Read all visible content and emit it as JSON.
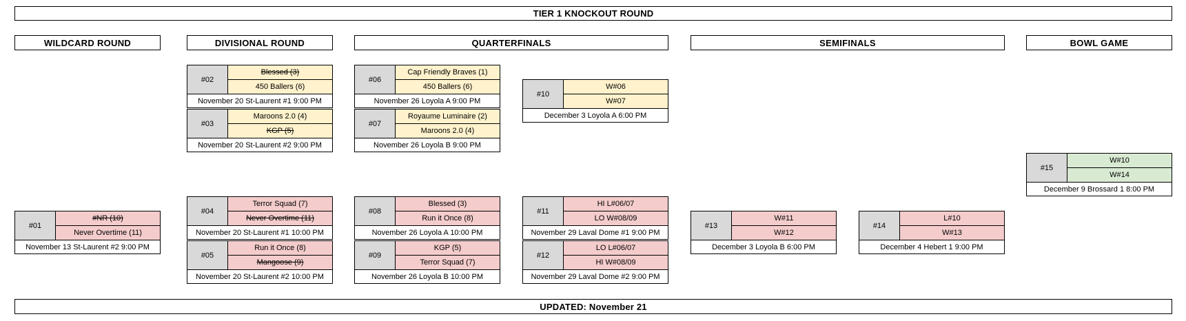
{
  "colors": {
    "upper": "#fff2cc",
    "lower": "#f4cccc",
    "final": "#d9ead3",
    "num_bg": "#d9d9d9"
  },
  "title": "TIER 1 KNOCKOUT ROUND",
  "footer": "UPDATED: November 21",
  "rounds": {
    "wildcard": "WILDCARD ROUND",
    "divisional": "DIVISIONAL ROUND",
    "quarterfinals": "QUARTERFINALS",
    "semifinals": "SEMIFINALS",
    "bowl": "BOWL GAME"
  },
  "matches": {
    "m01": {
      "num": "#01",
      "team1": "#NR (10)",
      "team2": "Never Overtime (11)",
      "date": "November 13 St-Laurent #2 9:00 PM"
    },
    "m02": {
      "num": "#02",
      "team1": "Blessed (3)",
      "team2": "450 Ballers (6)",
      "date": "November 20 St-Laurent #1 9:00 PM"
    },
    "m03": {
      "num": "#03",
      "team1": "Maroons 2.0 (4)",
      "team2": "KGP (5)",
      "date": "November 20 St-Laurent #2 9:00 PM"
    },
    "m04": {
      "num": "#04",
      "team1": "Terror Squad (7)",
      "team2": "Never Overtime (11)",
      "date": "November 20 St-Laurent #1 10:00 PM"
    },
    "m05": {
      "num": "#05",
      "team1": "Run it Once (8)",
      "team2": "Mangoose (9)",
      "date": "November 20 St-Laurent #2 10:00 PM"
    },
    "m06": {
      "num": "#06",
      "team1": "Cap Friendly Braves (1)",
      "team2": "450 Ballers (6)",
      "date": "November 26 Loyola A 9:00 PM"
    },
    "m07": {
      "num": "#07",
      "team1": "Royaume Luminaire (2)",
      "team2": "Maroons 2.0 (4)",
      "date": "November 26 Loyola B 9:00 PM"
    },
    "m08": {
      "num": "#08",
      "team1": "Blessed (3)",
      "team2": "Run it Once (8)",
      "date": "November 26 Loyola A 10:00 PM"
    },
    "m09": {
      "num": "#09",
      "team1": "KGP (5)",
      "team2": "Terror Squad (7)",
      "date": "November 26 Loyola B 10:00 PM"
    },
    "m10": {
      "num": "#10",
      "team1": "W#06",
      "team2": "W#07",
      "date": "December 3 Loyola A 6:00 PM"
    },
    "m11": {
      "num": "#11",
      "team1": "HI L#06/07",
      "team2": "LO W#08/09",
      "date": "November 29 Laval Dome #1 9:00 PM"
    },
    "m12": {
      "num": "#12",
      "team1": "LO L#06/07",
      "team2": "HI W#08/09",
      "date": "November 29 Laval Dome #2 9:00 PM"
    },
    "m13": {
      "num": "#13",
      "team1": "W#11",
      "team2": "W#12",
      "date": "December 3 Loyola B 6:00 PM"
    },
    "m14": {
      "num": "#14",
      "team1": "L#10",
      "team2": "W#13",
      "date": "December 4 Hebert 1 9:00 PM"
    },
    "m15": {
      "num": "#15",
      "team1": "W#10",
      "team2": "W#14",
      "date": "December 9 Brossard 1 8:00 PM"
    }
  }
}
